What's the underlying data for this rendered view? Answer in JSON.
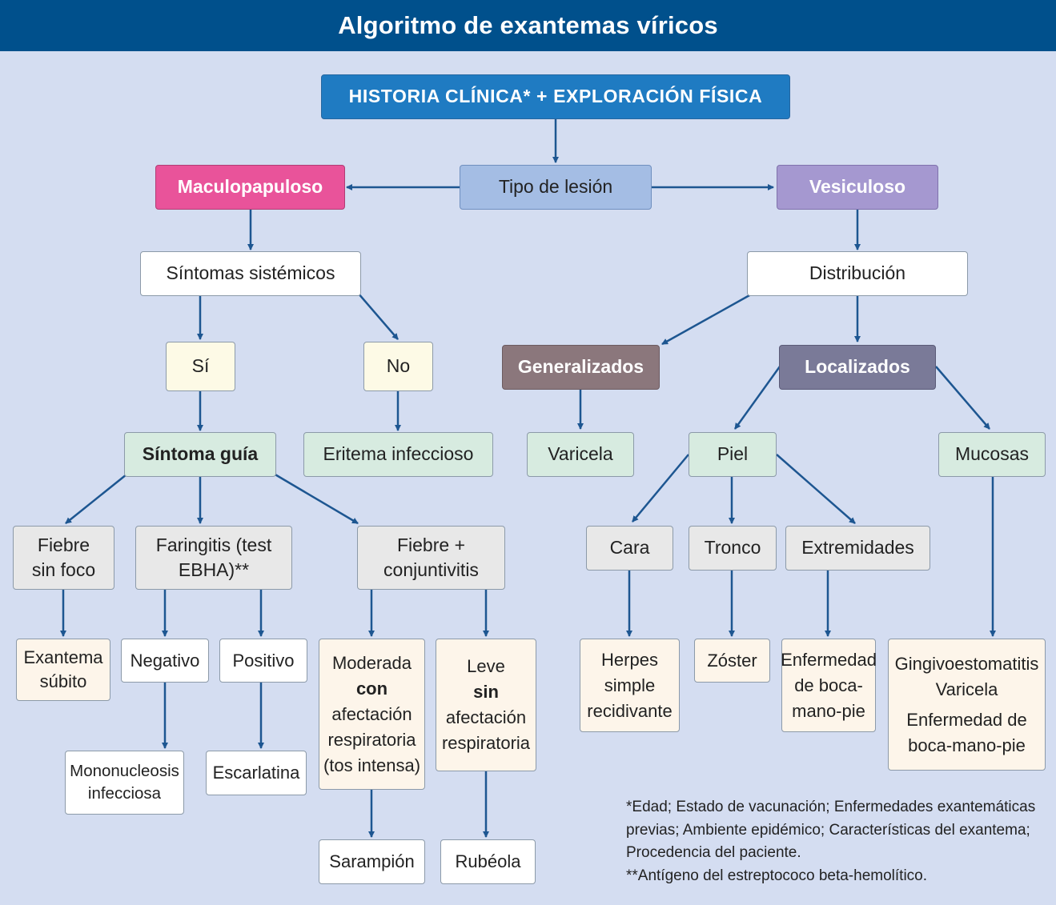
{
  "title": "Algoritmo de exantemas víricos",
  "nodes": {
    "root": "HISTORIA CLÍNICA* + EXPLORACIÓN FÍSICA",
    "tipo": "Tipo de lesión",
    "maculopapuloso": "Maculopapuloso",
    "vesiculoso": "Vesiculoso",
    "sintomas_sistemicos": "Síntomas sistémicos",
    "si": "Sí",
    "no": "No",
    "sintoma_guia": "Síntoma guía",
    "eritema_infeccioso": "Eritema infeccioso",
    "fiebre_sin_foco": [
      "Fiebre",
      "sin foco"
    ],
    "faringitis": [
      "Faringitis (test",
      "EBHA)**"
    ],
    "fiebre_conjuntivitis": [
      "Fiebre +",
      "conjuntivitis"
    ],
    "exantema_subito": [
      "Exantema",
      "súbito"
    ],
    "negativo": "Negativo",
    "positivo": "Positivo",
    "moderada": {
      "l1": "Moderada",
      "l2": "con",
      "l3": "afectación",
      "l4": "respiratoria",
      "l5": "(tos intensa)"
    },
    "leve": {
      "l1": "Leve",
      "l2": "sin",
      "l3": "afectación",
      "l4": "respiratoria"
    },
    "mononucleosis": [
      "Mononucleosis",
      "infecciosa"
    ],
    "escarlatina": "Escarlatina",
    "sarampion": "Sarampión",
    "rubeola": "Rubéola",
    "distribucion": "Distribución",
    "generalizados": "Generalizados",
    "localizados": "Localizados",
    "varicela": "Varicela",
    "piel": "Piel",
    "mucosas": "Mucosas",
    "cara": "Cara",
    "tronco": "Tronco",
    "extremidades": "Extremidades",
    "herpes": [
      "Herpes",
      "simple",
      "recidivante"
    ],
    "zoster": "Zóster",
    "enf_bmp": [
      "Enfermedad",
      "de boca-",
      "mano-pie"
    ],
    "mucosas_dx": [
      "Gingivoestomatitis",
      "Varicela",
      "Enfermedad de",
      "boca-mano-pie"
    ]
  },
  "footnotes": [
    "*Edad; Estado de vacunación; Enfermedades exantemáticas previas; Ambiente epidémico; Características del exantema; Procedencia del paciente.",
    "**Antígeno del estreptococo beta-hemolítico."
  ],
  "colors": {
    "background": "#d4ddf1",
    "header": "#00508c",
    "root": "#1f7bc2",
    "tipo": "#a4bde4",
    "maculopapuloso": "#e9539a",
    "vesiculoso": "#a598d0",
    "generalizados": "#8b777c",
    "localizados": "#7a7a98",
    "arrow": "#1d5691"
  }
}
